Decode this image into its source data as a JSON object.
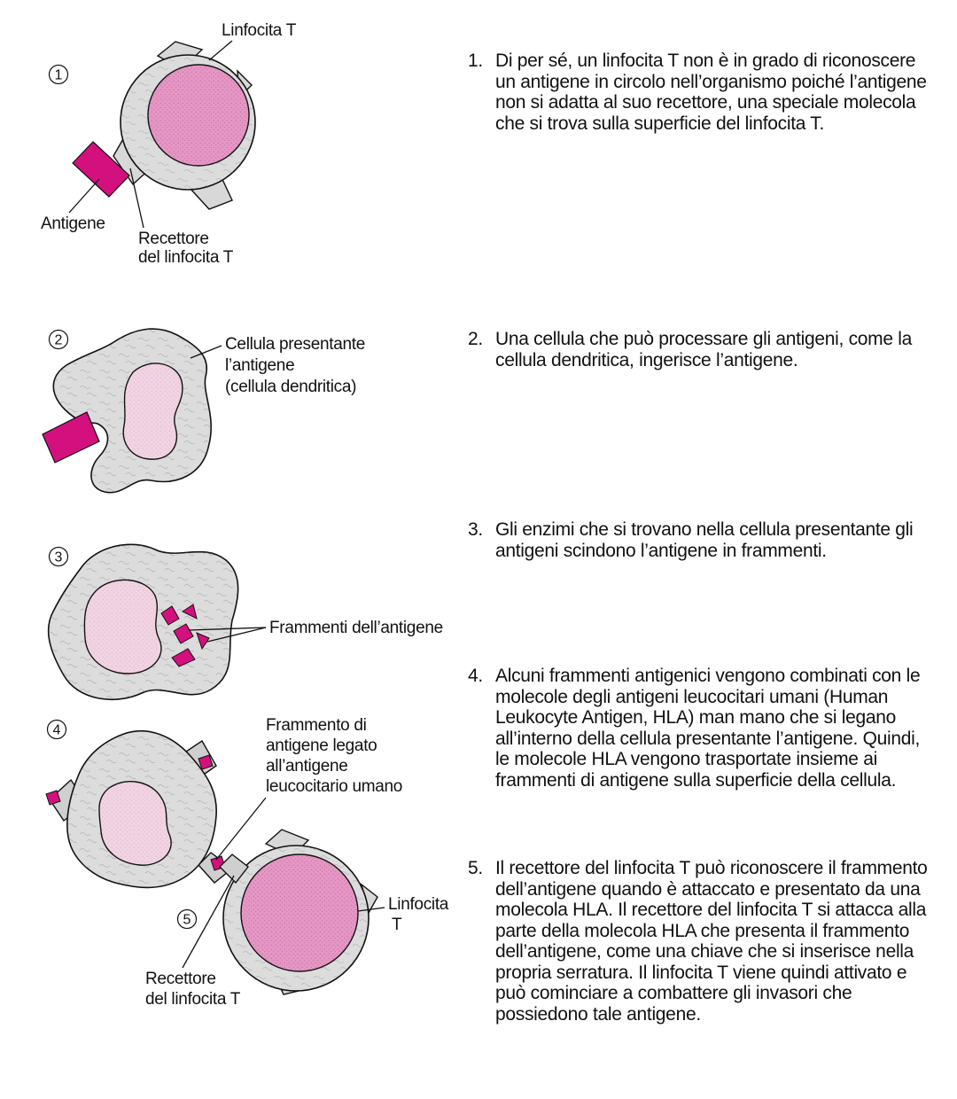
{
  "colors": {
    "antigen": "#d4107f",
    "cell": "#dcdcdc",
    "nucleus_tcell": "#e596c4",
    "nucleus_apc": "#f1d3e3",
    "ink": "#111111"
  },
  "markers": {
    "m1": "1",
    "m2": "2",
    "m3": "3",
    "m4": "4",
    "m5": "5"
  },
  "labels": {
    "linfocita_t_1": "Linfocita T",
    "antigene": "Antigene",
    "recettore_1_line1": "Recettore",
    "recettore_1_line2": "del linfocita T",
    "apc_line1": "Cellula presentante",
    "apc_line2": "l’antigene",
    "apc_line3": "(cellula dendritica)",
    "frammenti": "Frammenti dell’antigene",
    "frammento_line1": "Frammento di",
    "frammento_line2": "antigene legato",
    "frammento_line3": "all’antigene",
    "frammento_line4": "leucocitario umano",
    "linfocita_t_5_line1": "Linfocita",
    "linfocita_t_5_line2": "T",
    "recettore_5_line1": "Recettore",
    "recettore_5_line2": "del linfocita T"
  },
  "steps": [
    {
      "num": "1.",
      "text": "Di per sé, un linfocita T non è in grado di riconoscere un antigene in circolo nell’organismo poiché l’antigene non si adatta al suo recettore, una speciale molecola che si trova sulla superficie del linfocita T."
    },
    {
      "num": "2.",
      "text": "Una cellula che può processare gli antigeni, come la cellula dendritica, ingerisce l’antigene."
    },
    {
      "num": "3.",
      "text": "Gli enzimi che si trovano nella cellula presentante gli antigeni scindono l’antigene in frammenti."
    },
    {
      "num": "4.",
      "text": "Alcuni frammenti antigenici vengono combinati con le molecole degli antigeni leucocitari umani (Human Leukocyte Antigen, HLA) man mano che si legano all’interno della cellula presentante l’antigene. Quindi, le molecole HLA vengono trasportate insieme ai frammenti di antigene sulla superficie della cellula."
    },
    {
      "num": "5.",
      "text": "Il recettore del linfocita T può riconoscere il frammento dell’antigene quando è attaccato e presentato da una molecola HLA. Il recettore del linfocita T si attacca alla parte della molecola HLA che presenta il frammento dell’antigene, come una chiave che si inserisce nella propria serratura. Il linfocita T viene quindi attivato e può cominciare a combattere gli invasori che possiedono tale antigene."
    }
  ]
}
